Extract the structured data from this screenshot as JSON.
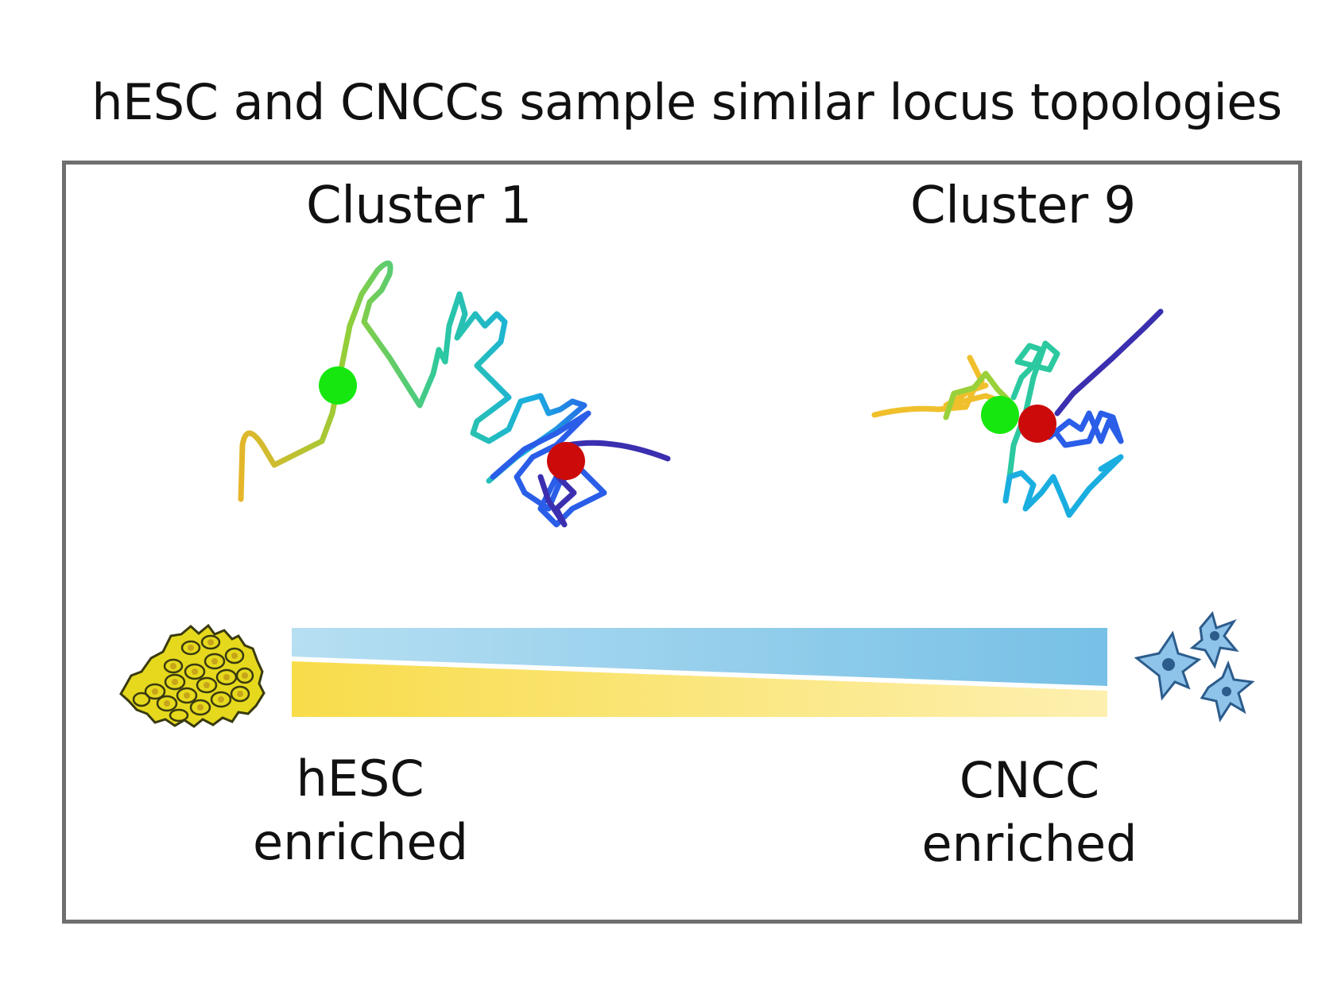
{
  "title": "hESC and CNCCs sample similar locus topologies",
  "clusters": [
    {
      "label": "Cluster 1"
    },
    {
      "label": "Cluster 9"
    }
  ],
  "gradient_bar": {
    "top_color": "#7fc4e8",
    "bottom_color": "#f7dc52"
  },
  "end_labels": {
    "left": {
      "line1": "hESC",
      "line2": "enriched"
    },
    "right": {
      "line1": "CNCC",
      "line2": "enriched"
    }
  },
  "colors": {
    "frame": "#6f6f6f",
    "marker_green": "#16e80f",
    "marker_red": "#cc0a0a",
    "hesc_cell": "#e6d91d",
    "cncc_cell": "#8ec3ea"
  },
  "icons": [
    "hesc-colony-icon",
    "cncc-cells-icon"
  ]
}
